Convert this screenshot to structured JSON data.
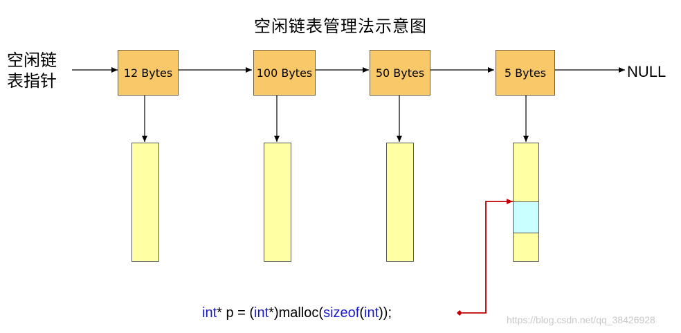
{
  "title": "空闲链表管理法示意图",
  "pointer_label": "空闲链表指针",
  "nodes": [
    {
      "label": "12 Bytes"
    },
    {
      "label": "100 Bytes"
    },
    {
      "label": "50 Bytes"
    },
    {
      "label": "5 Bytes"
    }
  ],
  "null_label": "NULL",
  "code": {
    "t1": "int",
    "t2": "* p = (",
    "t3": "int",
    "t4": "*)malloc(",
    "t5": "sizeof",
    "t6": "(",
    "t7": "int",
    "t8": "));"
  },
  "watermark": "https://blog.csdn.net/qq_38426928",
  "colors": {
    "node_fill": "#f9c969",
    "block_fill": "#ffffa3",
    "alloc_fill": "#c9ffff",
    "pointer_arrow": "#c00000",
    "keyword": "#1a1acd"
  }
}
